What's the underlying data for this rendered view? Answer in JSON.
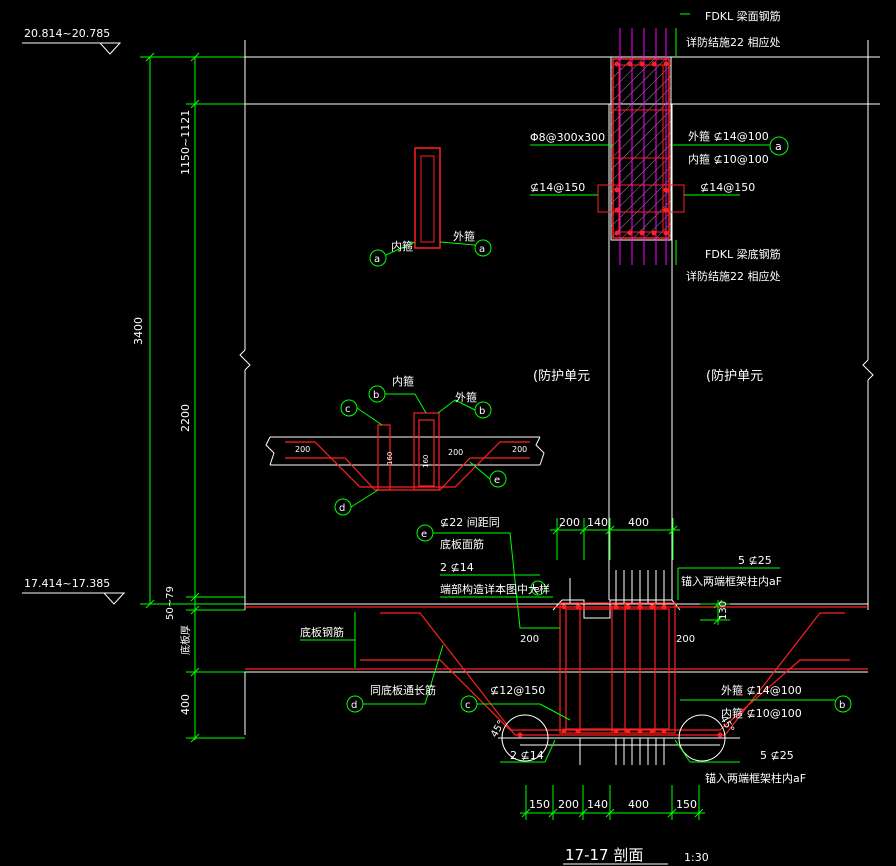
{
  "colors": {
    "background": "#000000",
    "structure": "#ffffff",
    "dimension": "#00ff00",
    "rebar": "#ff2020",
    "stirrup_outer": "#ff00ff",
    "label_line": "#00ff00",
    "hatch": "#ffffff"
  },
  "elevations": {
    "top": "20.814~20.785",
    "bottom": "17.414~17.385"
  },
  "vertical_dims": {
    "total": "3400",
    "upper": "1150~1121",
    "middle": "2200",
    "lower": "50~79",
    "slab": "底板厚",
    "base": "400"
  },
  "beam_top": {
    "line1": "FDKL  梁面钢筋",
    "line2": "详防结施22  相应处"
  },
  "beam_bottom": {
    "line1": "FDKL  梁底钢筋",
    "line2": "详防结施22  相应处"
  },
  "beam_labels": {
    "tie": "Φ8@300x300",
    "outer": "外箍  ⊈14@100",
    "inner": "内箍  ⊈10@100",
    "left_side": "⊈14@150",
    "right_side": "⊈14@150",
    "marker": "a"
  },
  "detail_a": {
    "inner": "内箍",
    "outer": "外箍",
    "marker_inner": "a",
    "marker_outer": "a"
  },
  "detail_b": {
    "inner": "内箍",
    "outer": "外箍",
    "dim_left": "200",
    "dim_right": "200",
    "dim_mid1": "160",
    "dim_mid2": "160",
    "markers": [
      "b",
      "c",
      "b",
      "e",
      "d"
    ]
  },
  "units": {
    "left": "(防护单元",
    "right": "(防护单元"
  },
  "top_dims": [
    "200",
    "140",
    "400"
  ],
  "bottom_dims": [
    "150",
    "200",
    "140",
    "400",
    "150"
  ],
  "right_dims": {
    "v": "130"
  },
  "notes": {
    "e_marker": "e",
    "spacing": "⊈22  间距同",
    "slab_face": "底板面筋",
    "two_bar": "2  ⊈14",
    "end_detail": "端部构造详本图中大样",
    "end_marker": "e",
    "five_bar_top": "5  ⊈25",
    "anchor_top": "锚入两端框架柱内aF",
    "slab_bar": "底板钢筋",
    "same_as": "同底板通长筋",
    "d_marker": "d",
    "c_marker": "c",
    "c_bar": "⊈12@150",
    "dim_200_left": "200",
    "dim_200_right": "200",
    "two_bar_bottom": "2  ⊈14",
    "five_bar_bottom": "5  ⊈25",
    "anchor_bottom": "锚入两端框架柱内aF",
    "outer_bottom": "外箍  ⊈14@100",
    "inner_bottom": "内箍  ⊈10@100",
    "b_marker": "b",
    "angle_left": "45°",
    "angle_right": "45°"
  },
  "title": "17-17  剖面",
  "scale": "1:30"
}
